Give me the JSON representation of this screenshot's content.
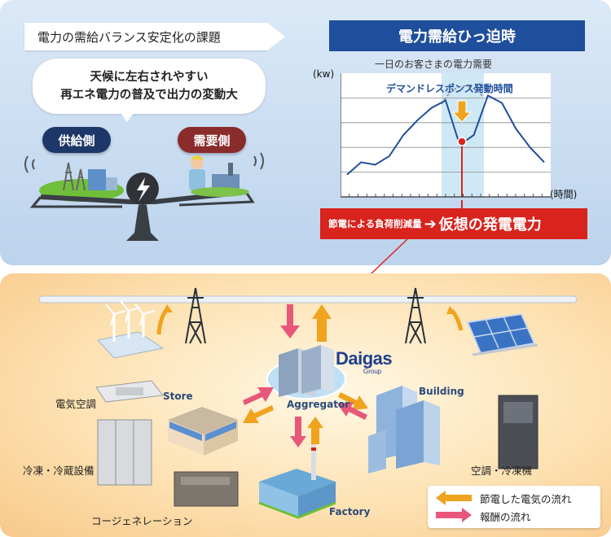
{
  "top": {
    "challenge_title": "電力の需給バランス安定化の課題",
    "peak_title": "電力需給ひっ迫時",
    "bubble_line1": "天候に左右されやすい",
    "bubble_line2": "再エネ電力の普及で出力の変動大",
    "supply_label": "供給側",
    "demand_label": "需要側"
  },
  "chart_data": {
    "type": "line",
    "title": "一日のお客さまの電力需要",
    "ylabel": "(kw)",
    "xlabel": "(時間)",
    "annotation": "デマンドレスポンス発動時間",
    "series": [
      {
        "values": [
          0.18,
          0.28,
          0.26,
          0.33,
          0.5,
          0.62,
          0.72,
          0.78,
          0.42,
          0.5,
          0.82,
          0.76,
          0.55,
          0.4,
          0.28
        ]
      }
    ],
    "ylim": [
      0,
      1
    ],
    "grid": true
  },
  "savings": {
    "left_text": "節電による負荷削減量",
    "arrow": "➔",
    "right_text": "仮想の発電電力"
  },
  "bottom": {
    "daigas": "Daigas",
    "daigas_group": "Group",
    "aggregator": "Aggregator",
    "store": "Store",
    "building": "Building",
    "factory": "Factory",
    "air_conditioner": "電気空調",
    "refrigeration": "冷凍・冷蔵設備",
    "cogeneration": "コージェネレーション",
    "hvac_freezer": "空調・冷凍機"
  },
  "legend": {
    "electricity_flow": "節電した電気の流れ",
    "reward_flow": "報酬の流れ",
    "electricity_color": "#f0a31c",
    "reward_color": "#e8577a"
  }
}
